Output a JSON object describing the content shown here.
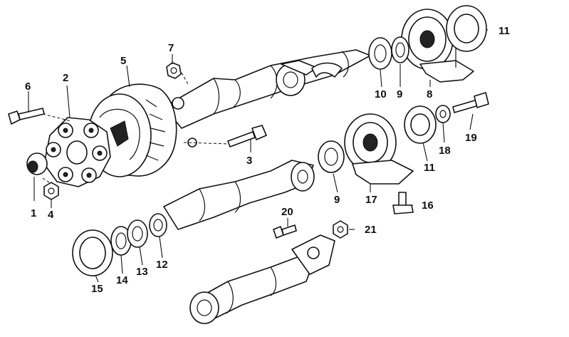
{
  "callouts": {
    "c1": "1",
    "c2": "2",
    "c3": "3",
    "c4": "4",
    "c5": "5",
    "c6": "6",
    "c7": "7",
    "c8": "8",
    "c9a": "9",
    "c9b": "9",
    "c10": "10",
    "c11a": "11",
    "c11b": "11",
    "c12": "12",
    "c13": "13",
    "c14": "14",
    "c15": "15",
    "c16": "16",
    "c17": "17",
    "c18": "18",
    "c19": "19",
    "c20": "20",
    "c21": "21"
  }
}
